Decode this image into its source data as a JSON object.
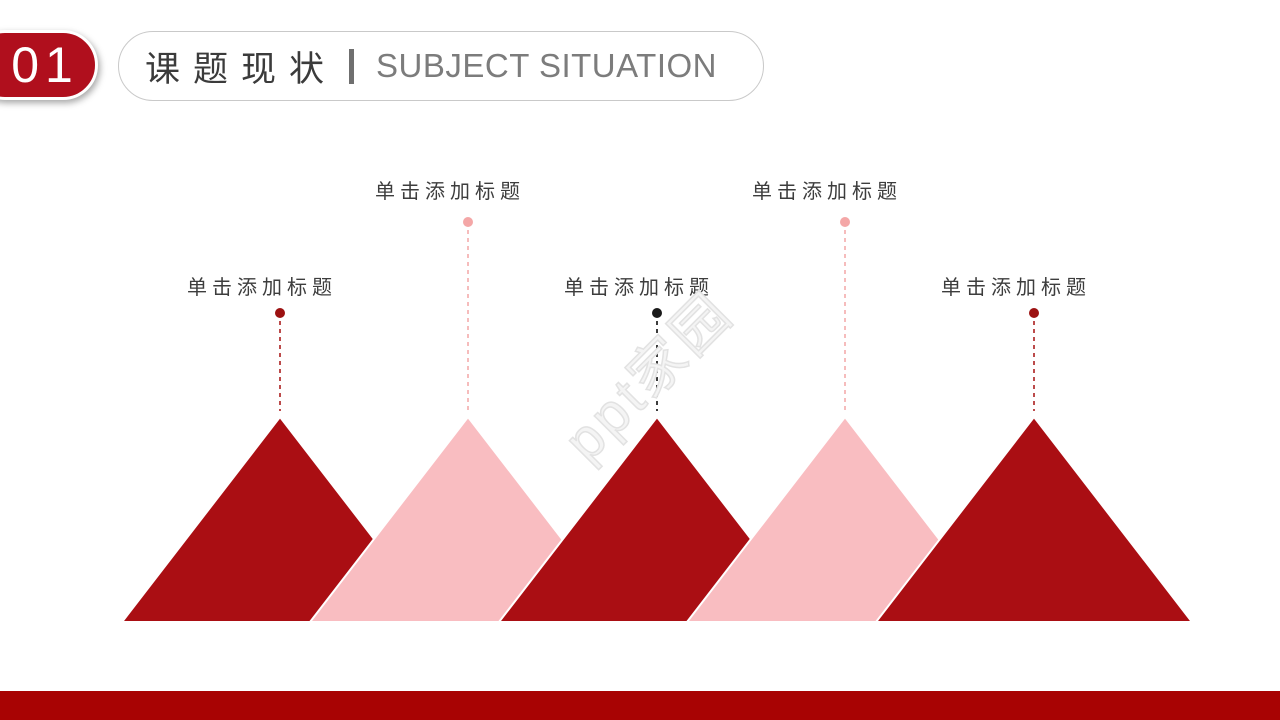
{
  "slide": {
    "section_badge": {
      "number": "01"
    },
    "header": {
      "title_zh": "课题现状",
      "separator": "|",
      "title_en": "SUBJECT SITUATION"
    },
    "watermark_text": "ppt家园",
    "milestones": [
      {
        "label": "单击添加标题",
        "row": "low",
        "triangle_color": "#AA0E13",
        "dot_color": "#9C1111",
        "line_color": "#BC4B4B"
      },
      {
        "label": "单击添加标题",
        "row": "high",
        "triangle_color": "#F9BDC1",
        "dot_color": "#F4A7A7",
        "line_color": "#F6BCBC"
      },
      {
        "label": "单击添加标题",
        "row": "low",
        "triangle_color": "#AA0E13",
        "dot_color": "#1A1A1A",
        "line_color": "#3C3C3C"
      },
      {
        "label": "单击添加标题",
        "row": "high",
        "triangle_color": "#F9BDC1",
        "dot_color": "#F4A7A7",
        "line_color": "#F6BCBC"
      },
      {
        "label": "单击添加标题",
        "row": "low",
        "triangle_color": "#AA0E13",
        "dot_color": "#9C1111",
        "line_color": "#BC4B4B"
      }
    ],
    "colors": {
      "badge_fill": "#B00F1D",
      "footer_bar": "#A80303",
      "accent_dark_red": "#AA0E13",
      "accent_pink": "#F9BDC1",
      "triangle_outline": "#FFFFFF"
    }
  }
}
